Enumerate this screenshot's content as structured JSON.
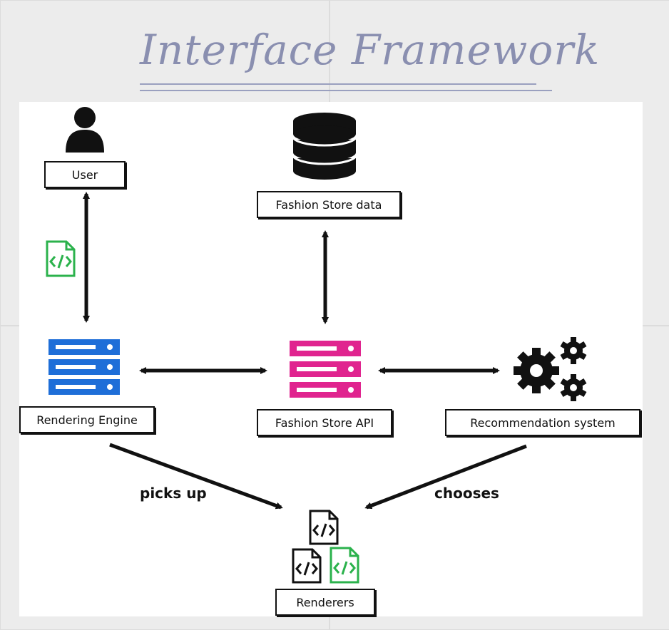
{
  "title": "Interface Framework",
  "nodes": {
    "user": "User",
    "fashion_store_data": "Fashion Store data",
    "rendering_engine": "Rendering Engine",
    "fashion_store_api": "Fashion Store API",
    "recommendation_system": "Recommendation system",
    "renderers": "Renderers"
  },
  "edge_labels": {
    "picks_up": "picks up",
    "chooses": "chooses"
  },
  "colors": {
    "title": "#8a8fb0",
    "rendering_engine_server": "#1e6ed8",
    "api_server": "#e0248f",
    "code_green": "#2bb24c",
    "ink": "#111111"
  },
  "icons": {
    "user": "user-icon",
    "database": "database-icon",
    "rendering_engine": "server-icon",
    "api": "server-icon",
    "recommendation": "gears-icon",
    "code_file": "code-file-icon"
  }
}
